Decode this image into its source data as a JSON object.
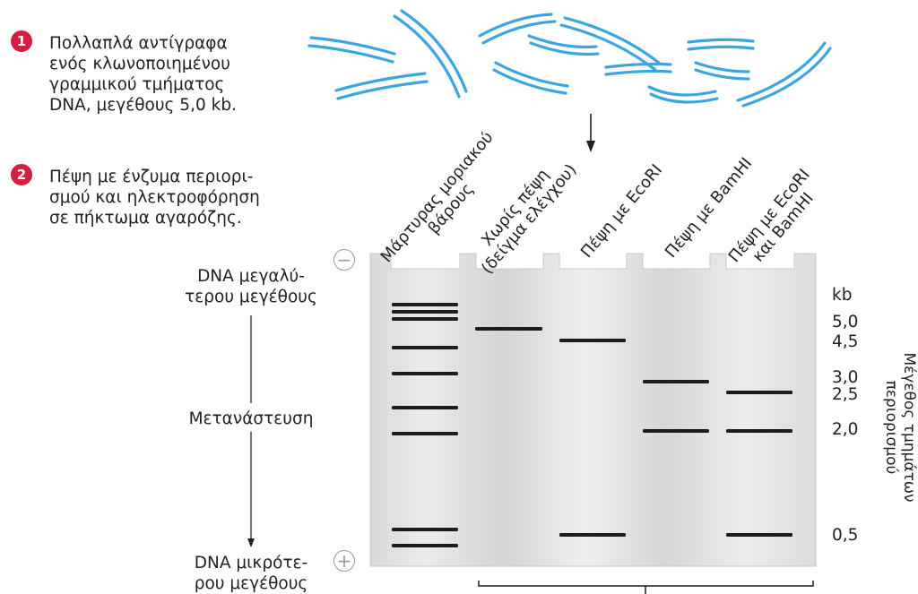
{
  "steps": [
    {
      "number": "1",
      "text": "Πολλαπλά αντίγραφα\nενός κλωνοποιημένου\nγραμμικού τμήματος\nDNA, μεγέθους 5,0 kb."
    },
    {
      "number": "2",
      "text": "Πέψη με ένζυμα περιορι-\nσμού και ηλεκτροφόρηση\nσε πήκτωμα αγαρόζης."
    }
  ],
  "left_labels": {
    "top": "DNA μεγαλύ-\nτερου μεγέθους",
    "middle": "Μετανάστευση",
    "bottom": "DNA μικρότε-\nρου μεγέθους"
  },
  "electrodes": {
    "negative": "−",
    "positive": "+"
  },
  "lanes": [
    {
      "label": "Μάρτυρας μοριακού\nβάρους",
      "bands_kb": [
        5.5,
        5.25,
        5.0,
        4.5,
        3.5,
        2.5,
        2.0,
        0.5,
        0.35
      ]
    },
    {
      "label": "Χωρίς πέψη\n(δείγμα ελέγχου)",
      "bands_kb": [
        5.0
      ]
    },
    {
      "label": "Πέψη με EcoRI",
      "bands_kb": [
        4.5,
        0.5
      ]
    },
    {
      "label": "Πέψη με BamHI",
      "bands_kb": [
        3.0,
        2.0
      ]
    },
    {
      "label": "Πέψη με EcoRI\nκαι BamHI",
      "bands_kb": [
        2.5,
        2.0,
        0.5
      ]
    }
  ],
  "size_axis": {
    "unit": "kb",
    "labels": [
      "5,0",
      "4,5",
      "3,0",
      "2,5",
      "2,0",
      "0,5"
    ],
    "title": "Μέγεθος τμημάτων\nπεριορισμού"
  },
  "colors": {
    "dna": "#3aa6dd",
    "band": "#1c1c1c",
    "badge": "#d21f42",
    "gel_light": "#f2f2f2",
    "gel_dark": "#d3d3d3"
  }
}
